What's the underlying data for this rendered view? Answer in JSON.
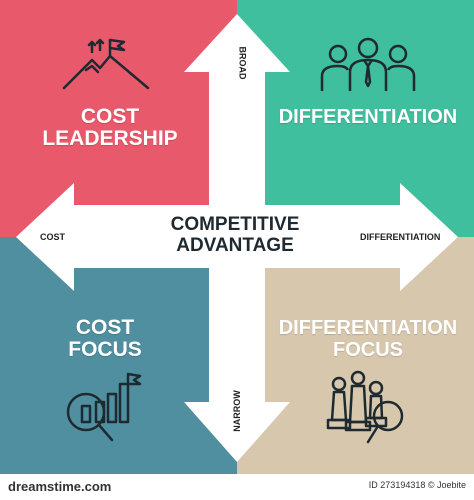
{
  "center": {
    "line1": "COMPETITIVE",
    "line2": "ADVANTAGE"
  },
  "axes": {
    "top": "BROAD",
    "bottom": "NARROW",
    "left": "COST",
    "right": "DIFFERENTIATION"
  },
  "quadrants": {
    "top_left": {
      "line1": "COST",
      "line2": "LEADERSHIP",
      "color": "#e8596b"
    },
    "top_right": {
      "line1": "DIFFERENTIATION",
      "color": "#3fbf9d"
    },
    "bottom_left": {
      "line1": "COST",
      "line2": "FOCUS",
      "color": "#4f8fa0"
    },
    "bottom_right": {
      "line1": "DIFFERENTIATION",
      "line2": "FOCUS",
      "color": "#d7c7ad"
    }
  },
  "icons": {
    "top_left": "mountain-flag-icon",
    "top_right": "team-icon",
    "bottom_left": "magnifier-bar-chart-icon",
    "bottom_right": "chess-magnifier-icon"
  },
  "footer": {
    "logo": "dreamstime.com",
    "info": "ID 273194318 © Joebite"
  }
}
